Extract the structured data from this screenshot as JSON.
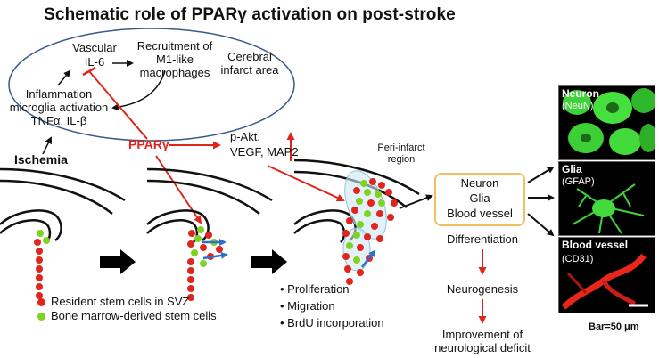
{
  "title": "Schematic role of PPARγ activation on post-stroke",
  "cycle": {
    "vascular": "Vascular",
    "il6": "IL-6",
    "recruitment": [
      "Recruitment of",
      "M1-like",
      "macrophages"
    ],
    "inflammation": [
      "Inflammation",
      "microglia activation",
      "TNFα, IL-β"
    ],
    "cerebral": [
      "Cerebral",
      "infarct area"
    ]
  },
  "ischemia": "Ischemia",
  "ppar": "PPARγ",
  "effects": [
    "p-Akt,",
    "VEGF, MAP2"
  ],
  "peri_infarct": [
    "Peri-infarct",
    "region"
  ],
  "outcome_box": [
    "Neuron",
    "Glia",
    "Blood vessel"
  ],
  "differentiation": "Differentiation",
  "neurogenesis": "Neurogenesis",
  "improvement": [
    "Improvement of",
    "neurological deficit"
  ],
  "legend": [
    {
      "label": "Resident stem cells in SVZ",
      "color": "#e0261c"
    },
    {
      "label": "Bone marrow-derived stem cells",
      "color": "#7ed321"
    }
  ],
  "processes": [
    "Proliferation",
    "Migration",
    "BrdU incorporation"
  ],
  "micrographs": [
    {
      "title": "Neuron",
      "marker": "(NeuN)"
    },
    {
      "title": "Glia",
      "marker": "(GFAP)"
    },
    {
      "title": "Blood vessel",
      "marker": "(CD31)"
    }
  ],
  "scale_bar": "Bar=50 μm",
  "colors": {
    "accent_red": "#e0261c",
    "green": "#7ed321",
    "blue_arrow": "#2f6fc9",
    "box_border": "#f0c060",
    "ellipse": "#3a5a8a"
  }
}
